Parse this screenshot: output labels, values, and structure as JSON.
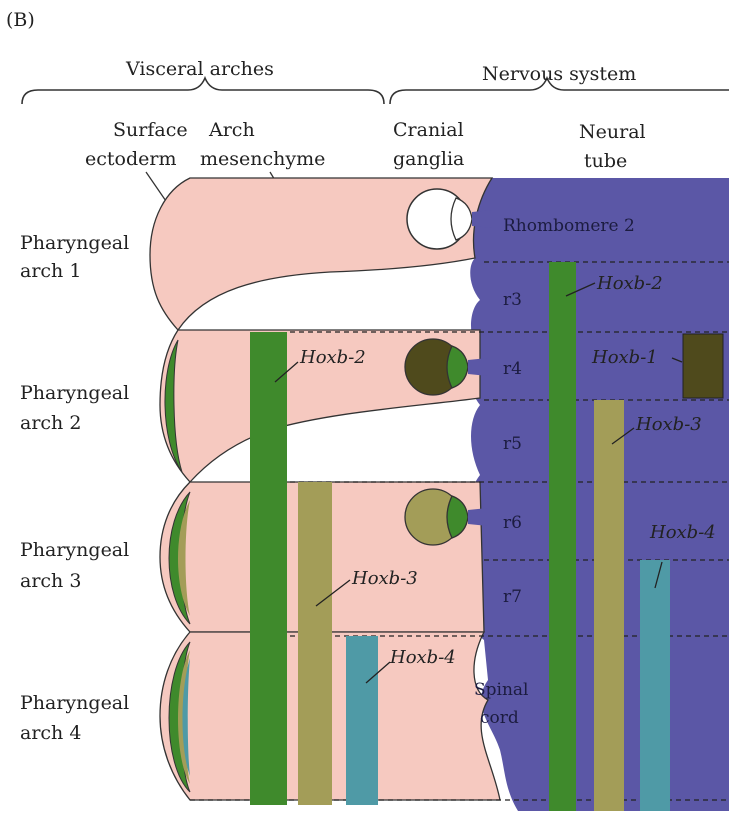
{
  "panel_label": "(B)",
  "headers": {
    "visceral_arches": "Visceral arches",
    "nervous_system": "Nervous system"
  },
  "columns": {
    "surface_ectoderm_1": "Surface",
    "surface_ectoderm_2": "ectoderm",
    "arch_mesenchyme_1": "Arch",
    "arch_mesenchyme_2": "mesenchyme",
    "cranial_ganglia_1": "Cranial",
    "cranial_ganglia_2": "ganglia",
    "neural_tube_1": "Neural",
    "neural_tube_2": "tube"
  },
  "arches": [
    {
      "line1": "Pharyngeal",
      "line2": "arch 1"
    },
    {
      "line1": "Pharyngeal",
      "line2": "arch 2"
    },
    {
      "line1": "Pharyngeal",
      "line2": "arch 3"
    },
    {
      "line1": "Pharyngeal",
      "line2": "arch 4"
    }
  ],
  "segments": {
    "rhombomere2": "Rhombomere 2",
    "r3": "r3",
    "r4": "r4",
    "r5": "r5",
    "r6": "r6",
    "r7": "r7",
    "spinal_1": "Spinal",
    "spinal_2": "cord"
  },
  "genes": {
    "hoxb2_arch": "Hoxb-2",
    "hoxb3_arch": "Hoxb-3",
    "hoxb4_arch": "Hoxb-4",
    "hoxb2_tube": "Hoxb-2",
    "hoxb1_tube": "Hoxb-1",
    "hoxb3_tube": "Hoxb-3",
    "hoxb4_tube": "Hoxb-4"
  },
  "colors": {
    "mesenchyme": "#f6c9c0",
    "neural_tube": "#5b57a6",
    "hoxb2": "#3f8a2c",
    "hoxb1": "#4f4a1c",
    "hoxb3": "#a39d58",
    "hoxb4": "#4f9aa6"
  }
}
